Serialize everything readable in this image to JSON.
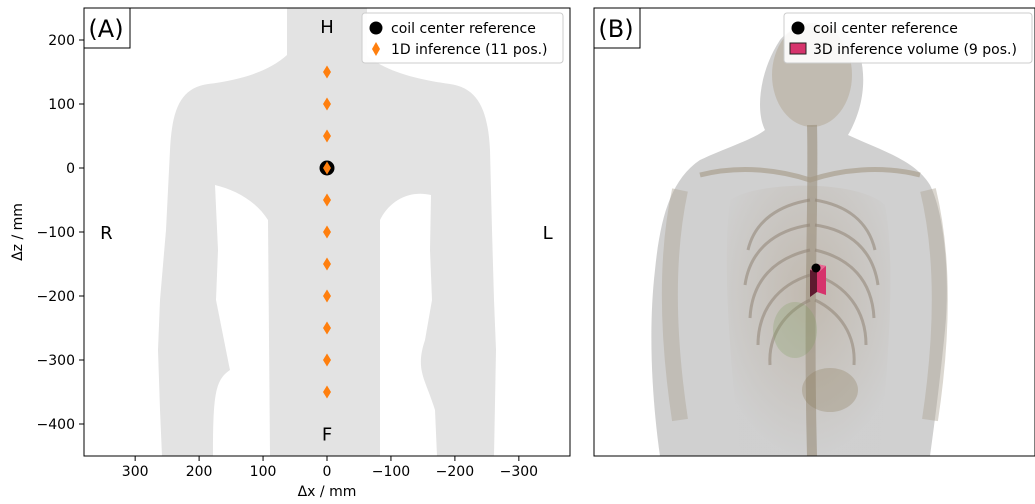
{
  "chart_data": [
    {
      "type": "scatter",
      "panel_label": "(A)",
      "xlabel": "Δx / mm",
      "ylabel": "Δz / mm",
      "xlim": [
        380,
        -380
      ],
      "ylim": [
        -450,
        250
      ],
      "xticks": [
        300,
        200,
        100,
        0,
        -100,
        -200,
        -300
      ],
      "xtick_labels": [
        "300",
        "200",
        "100",
        "0",
        "−100",
        "−200",
        "−300"
      ],
      "yticks": [
        200,
        100,
        0,
        -100,
        -200,
        -300,
        -400
      ],
      "ytick_labels": [
        "200",
        "100",
        "0",
        "−100",
        "−200",
        "−300",
        "−400"
      ],
      "annotations": [
        {
          "text": "H",
          "x": 0,
          "y": 222
        },
        {
          "text": "F",
          "x": 0,
          "y": -415
        },
        {
          "text": "R",
          "x": 345,
          "y": -100
        },
        {
          "text": "L",
          "x": -345,
          "y": -100
        }
      ],
      "series": [
        {
          "name": "coil center reference",
          "marker": "circle",
          "color": "#000000",
          "x": [
            0
          ],
          "y": [
            0
          ]
        },
        {
          "name": "1D inference (11 pos.)",
          "marker": "diamond",
          "color": "#ff7f0e",
          "x": [
            0,
            0,
            0,
            0,
            0,
            0,
            0,
            0,
            0,
            0,
            0
          ],
          "y": [
            150,
            100,
            50,
            0,
            -50,
            -100,
            -150,
            -200,
            -250,
            -300,
            -350
          ]
        }
      ],
      "legend_position": "top-right",
      "grid": false
    },
    {
      "type": "image",
      "panel_label": "(B)",
      "legend": [
        {
          "name": "coil center reference",
          "marker": "circle",
          "color": "#000000"
        },
        {
          "name": "3D inference volume (9 pos.)",
          "marker": "square",
          "color": "#d6336c"
        }
      ],
      "legend_position": "top-right"
    }
  ]
}
